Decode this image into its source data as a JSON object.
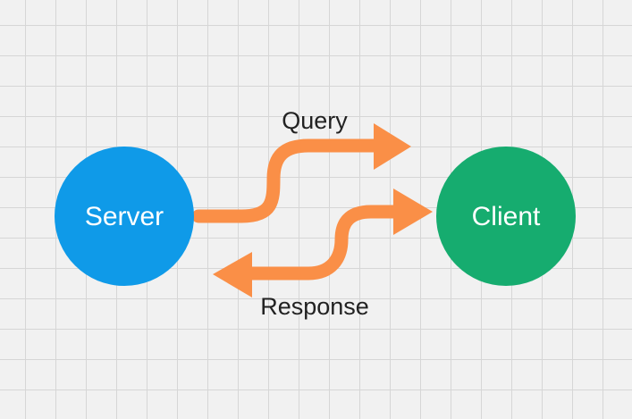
{
  "nodes": {
    "server": {
      "label": "Server",
      "color": "#0f9ae8"
    },
    "client": {
      "label": "Client",
      "color": "#16ac6f"
    }
  },
  "edges": {
    "query": {
      "label": "Query",
      "from": "Server",
      "to": "Client"
    },
    "response": {
      "label": "Response",
      "from": "Client",
      "to": "Server"
    }
  },
  "arrow_color": "#fa8f47",
  "grid_color": "#d6d6d6",
  "background_color": "#f1f1f1"
}
